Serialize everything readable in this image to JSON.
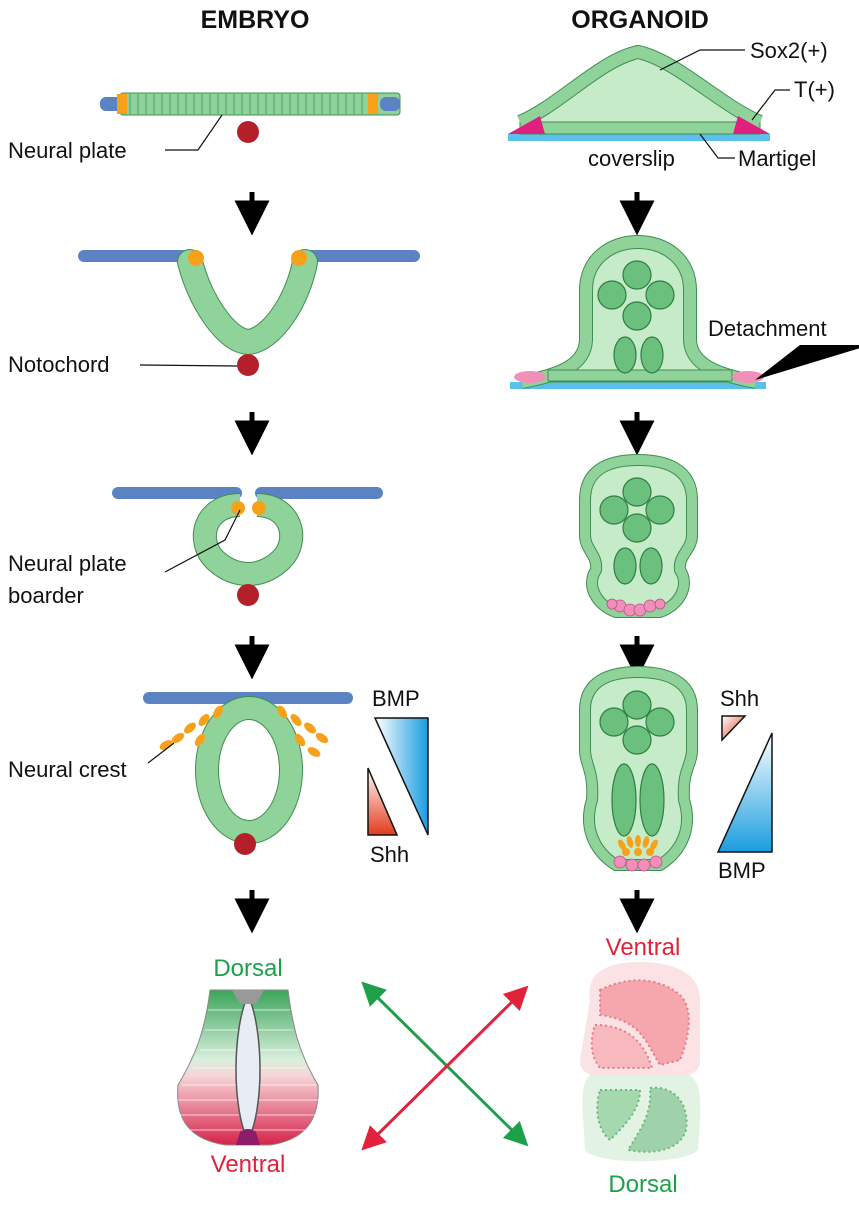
{
  "headers": {
    "embryo": "EMBRYO",
    "organoid": "ORGANOID"
  },
  "embryo_labels": {
    "neural_plate": "Neural plate",
    "notochord": "Notochord",
    "neural_plate_border_line1": "Neural plate",
    "neural_plate_border_line2": "boarder",
    "neural_crest": "Neural crest",
    "bmp": "BMP",
    "shh": "Shh",
    "dorsal": "Dorsal",
    "ventral": "Ventral"
  },
  "organoid_labels": {
    "sox2": "Sox2(+)",
    "t": "T(+)",
    "coverslip": "coverslip",
    "martigel": "Martigel",
    "detachment": "Detachment",
    "shh": "Shh",
    "bmp": "BMP",
    "ventral": "Ventral",
    "dorsal": "Dorsal"
  },
  "colors": {
    "epidermis": "#5b82c3",
    "neural_cell": "#8fd39a",
    "neural_cell_edge": "#3f8e52",
    "border_cell": "#f7a11a",
    "notochord": "#b3202a",
    "coverslip": "#5cc1ea",
    "t_positive": "#e0207e",
    "bmp_gradient": "#1a9de0",
    "shh_gradient": "#e23b1c",
    "dorsal_green": "#1ea04a",
    "ventral_red": "#e0223a"
  }
}
